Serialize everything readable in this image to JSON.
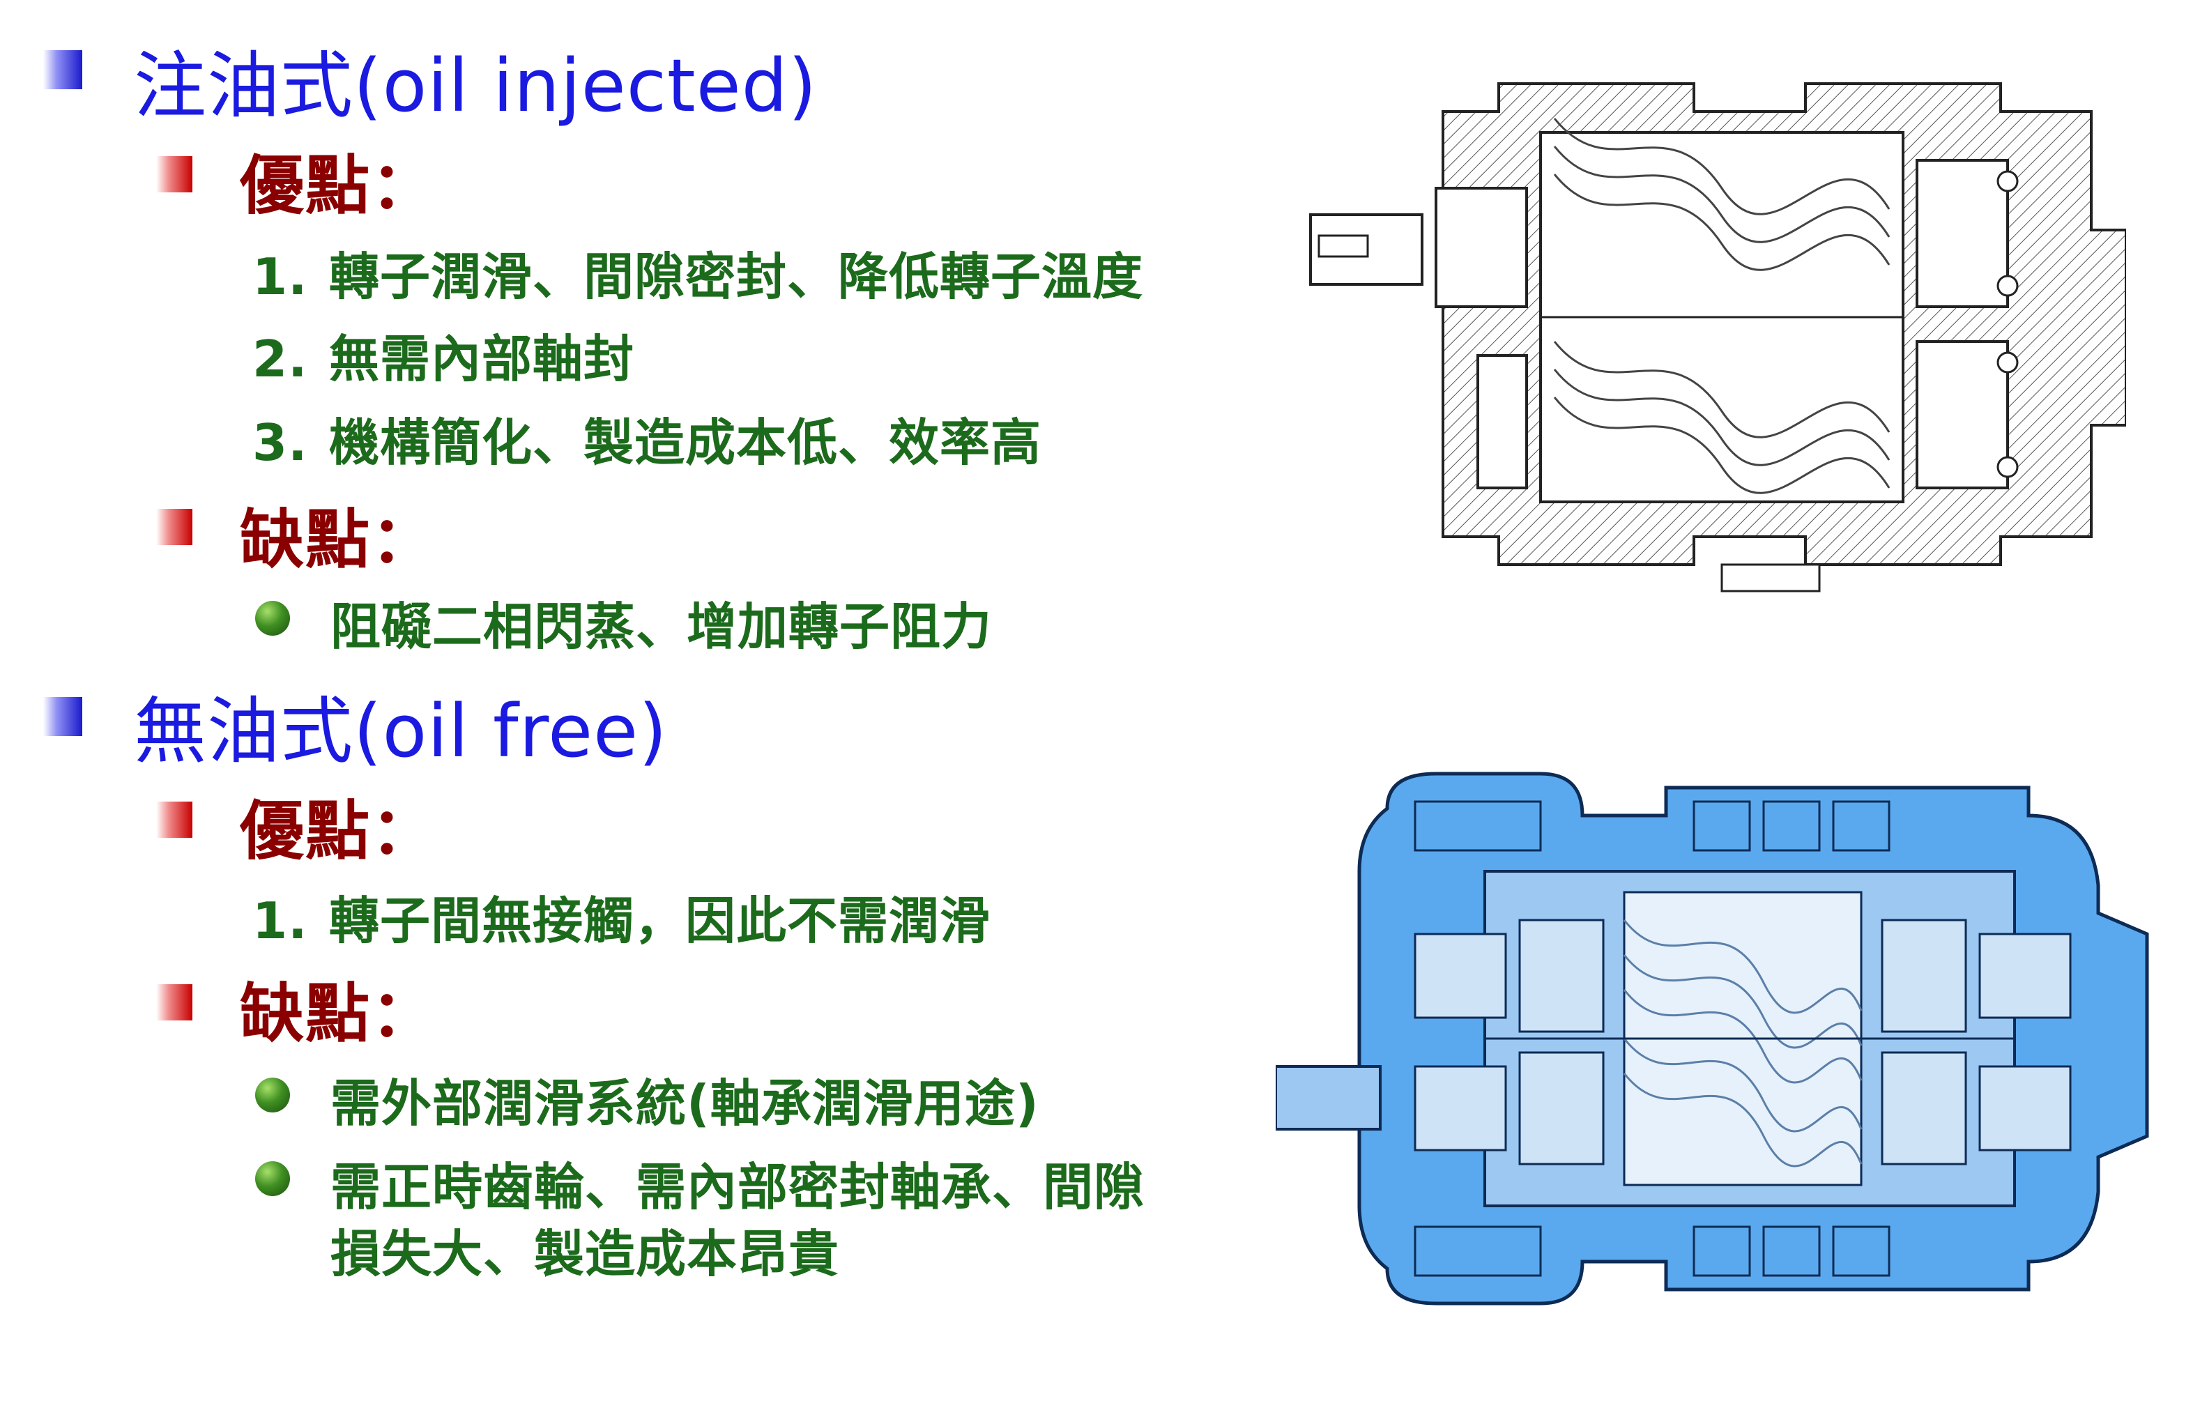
{
  "sections": [
    {
      "heading": "注油式(oil injected)",
      "pros_label": "優點：",
      "pros": [
        {
          "num": "1.",
          "text": "轉子潤滑、間隙密封、降低轉子溫度"
        },
        {
          "num": "2.",
          "text": "無需內部軸封"
        },
        {
          "num": "3.",
          "text": "機構簡化、製造成本低、效率高"
        }
      ],
      "cons_label": "缺點：",
      "cons": [
        "阻礙二相閃蒸、增加轉子阻力"
      ]
    },
    {
      "heading": "無油式(oil free)",
      "pros_label": "優點：",
      "pros": [
        {
          "num": "1.",
          "text": "轉子間無接觸，因此不需潤滑"
        }
      ],
      "cons_label": "缺點：",
      "cons": [
        "需外部潤滑系統(軸承潤滑用途)",
        "需正時齒輪、需內部密封軸承、間隙",
        "損失大、製造成本昂貴"
      ]
    }
  ],
  "colors": {
    "heading": "#1a1ae0",
    "label": "#8a0000",
    "body": "#1c6b1c",
    "diagram_blue": "#5aa9ee"
  }
}
